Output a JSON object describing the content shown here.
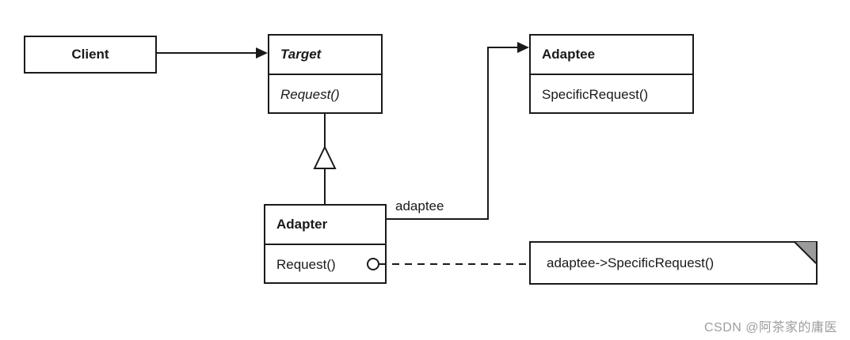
{
  "classes": {
    "client": {
      "name": "Client"
    },
    "target": {
      "name": "Target",
      "method": "Request()"
    },
    "adaptee": {
      "name": "Adaptee",
      "method": "SpecificRequest()"
    },
    "adapter": {
      "name": "Adapter",
      "method": "Request()"
    }
  },
  "connectors": {
    "adaptee_label": "adaptee"
  },
  "note": {
    "text": "adaptee->SpecificRequest()"
  },
  "watermark": "CSDN @阿茶家的庸医",
  "colors": {
    "line": "#1a1a1a",
    "box_background": "#ffffff",
    "note_fold": "#9b9b9b",
    "watermark": "#9e9e9e",
    "background": "#ffffff"
  }
}
